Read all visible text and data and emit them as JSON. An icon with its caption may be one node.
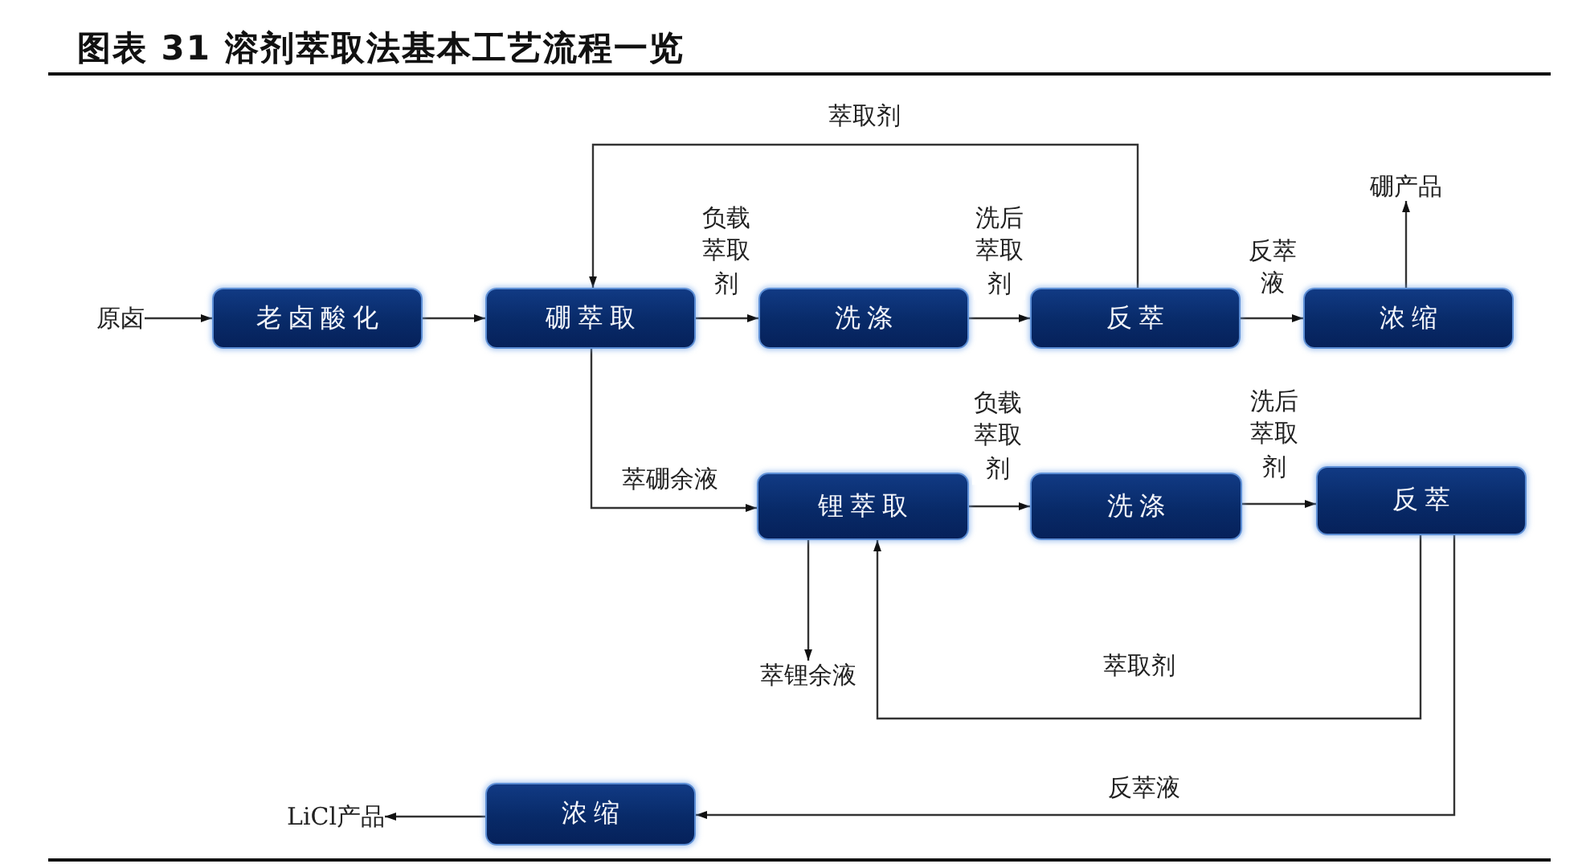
{
  "diagram": {
    "title": "图表 31 溶剂萃取法基本工艺流程一览",
    "nodes": [
      {
        "text": [
          "原卤"
        ]
      },
      {
        "text": [
          "老卤酸化"
        ]
      },
      {
        "text": [
          "硼萃取"
        ]
      },
      {
        "text": [
          "洗涤"
        ]
      },
      {
        "text": [
          "反萃"
        ]
      },
      {
        "text": [
          "浓缩"
        ]
      },
      {
        "text": [
          "硼产品"
        ]
      },
      {
        "text": [
          "锂萃取"
        ]
      },
      {
        "text": [
          "洗涤"
        ]
      },
      {
        "text": [
          "反萃"
        ]
      },
      {
        "text": [
          "萃锂余液"
        ]
      },
      {
        "text": [
          "浓缩"
        ]
      },
      {
        "text": [
          "LiCl产品"
        ]
      }
    ],
    "edges": [
      {
        "from": 0,
        "to": 1,
        "arrow": "to"
      },
      {
        "from": 1,
        "to": 2,
        "arrow": "to"
      },
      {
        "from": 2,
        "to": 3,
        "arrow": "to",
        "label": "负载萃取剂"
      },
      {
        "from": 3,
        "to": 4,
        "arrow": "to",
        "label": "洗后萃取剂"
      },
      {
        "from": 4,
        "to": 5,
        "arrow": "to",
        "label": "反萃液"
      },
      {
        "from": 5,
        "to": 6,
        "arrow": "to"
      },
      {
        "from": 4,
        "to": 2,
        "arrow": "to",
        "label": "萃取剂"
      },
      {
        "from": 2,
        "to": 7,
        "arrow": "to",
        "label": "萃硼余液"
      },
      {
        "from": 7,
        "to": 8,
        "arrow": "to",
        "label": "负载萃取剂"
      },
      {
        "from": 8,
        "to": 9,
        "arrow": "to",
        "label": "洗后萃取剂"
      },
      {
        "from": 7,
        "to": 10,
        "arrow": "to"
      },
      {
        "from": 9,
        "to": 7,
        "arrow": "to",
        "label": "萃取剂"
      },
      {
        "from": 9,
        "to": 11,
        "arrow": "to",
        "label": "反萃液"
      },
      {
        "from": 11,
        "to": 12,
        "arrow": "to"
      }
    ]
  }
}
